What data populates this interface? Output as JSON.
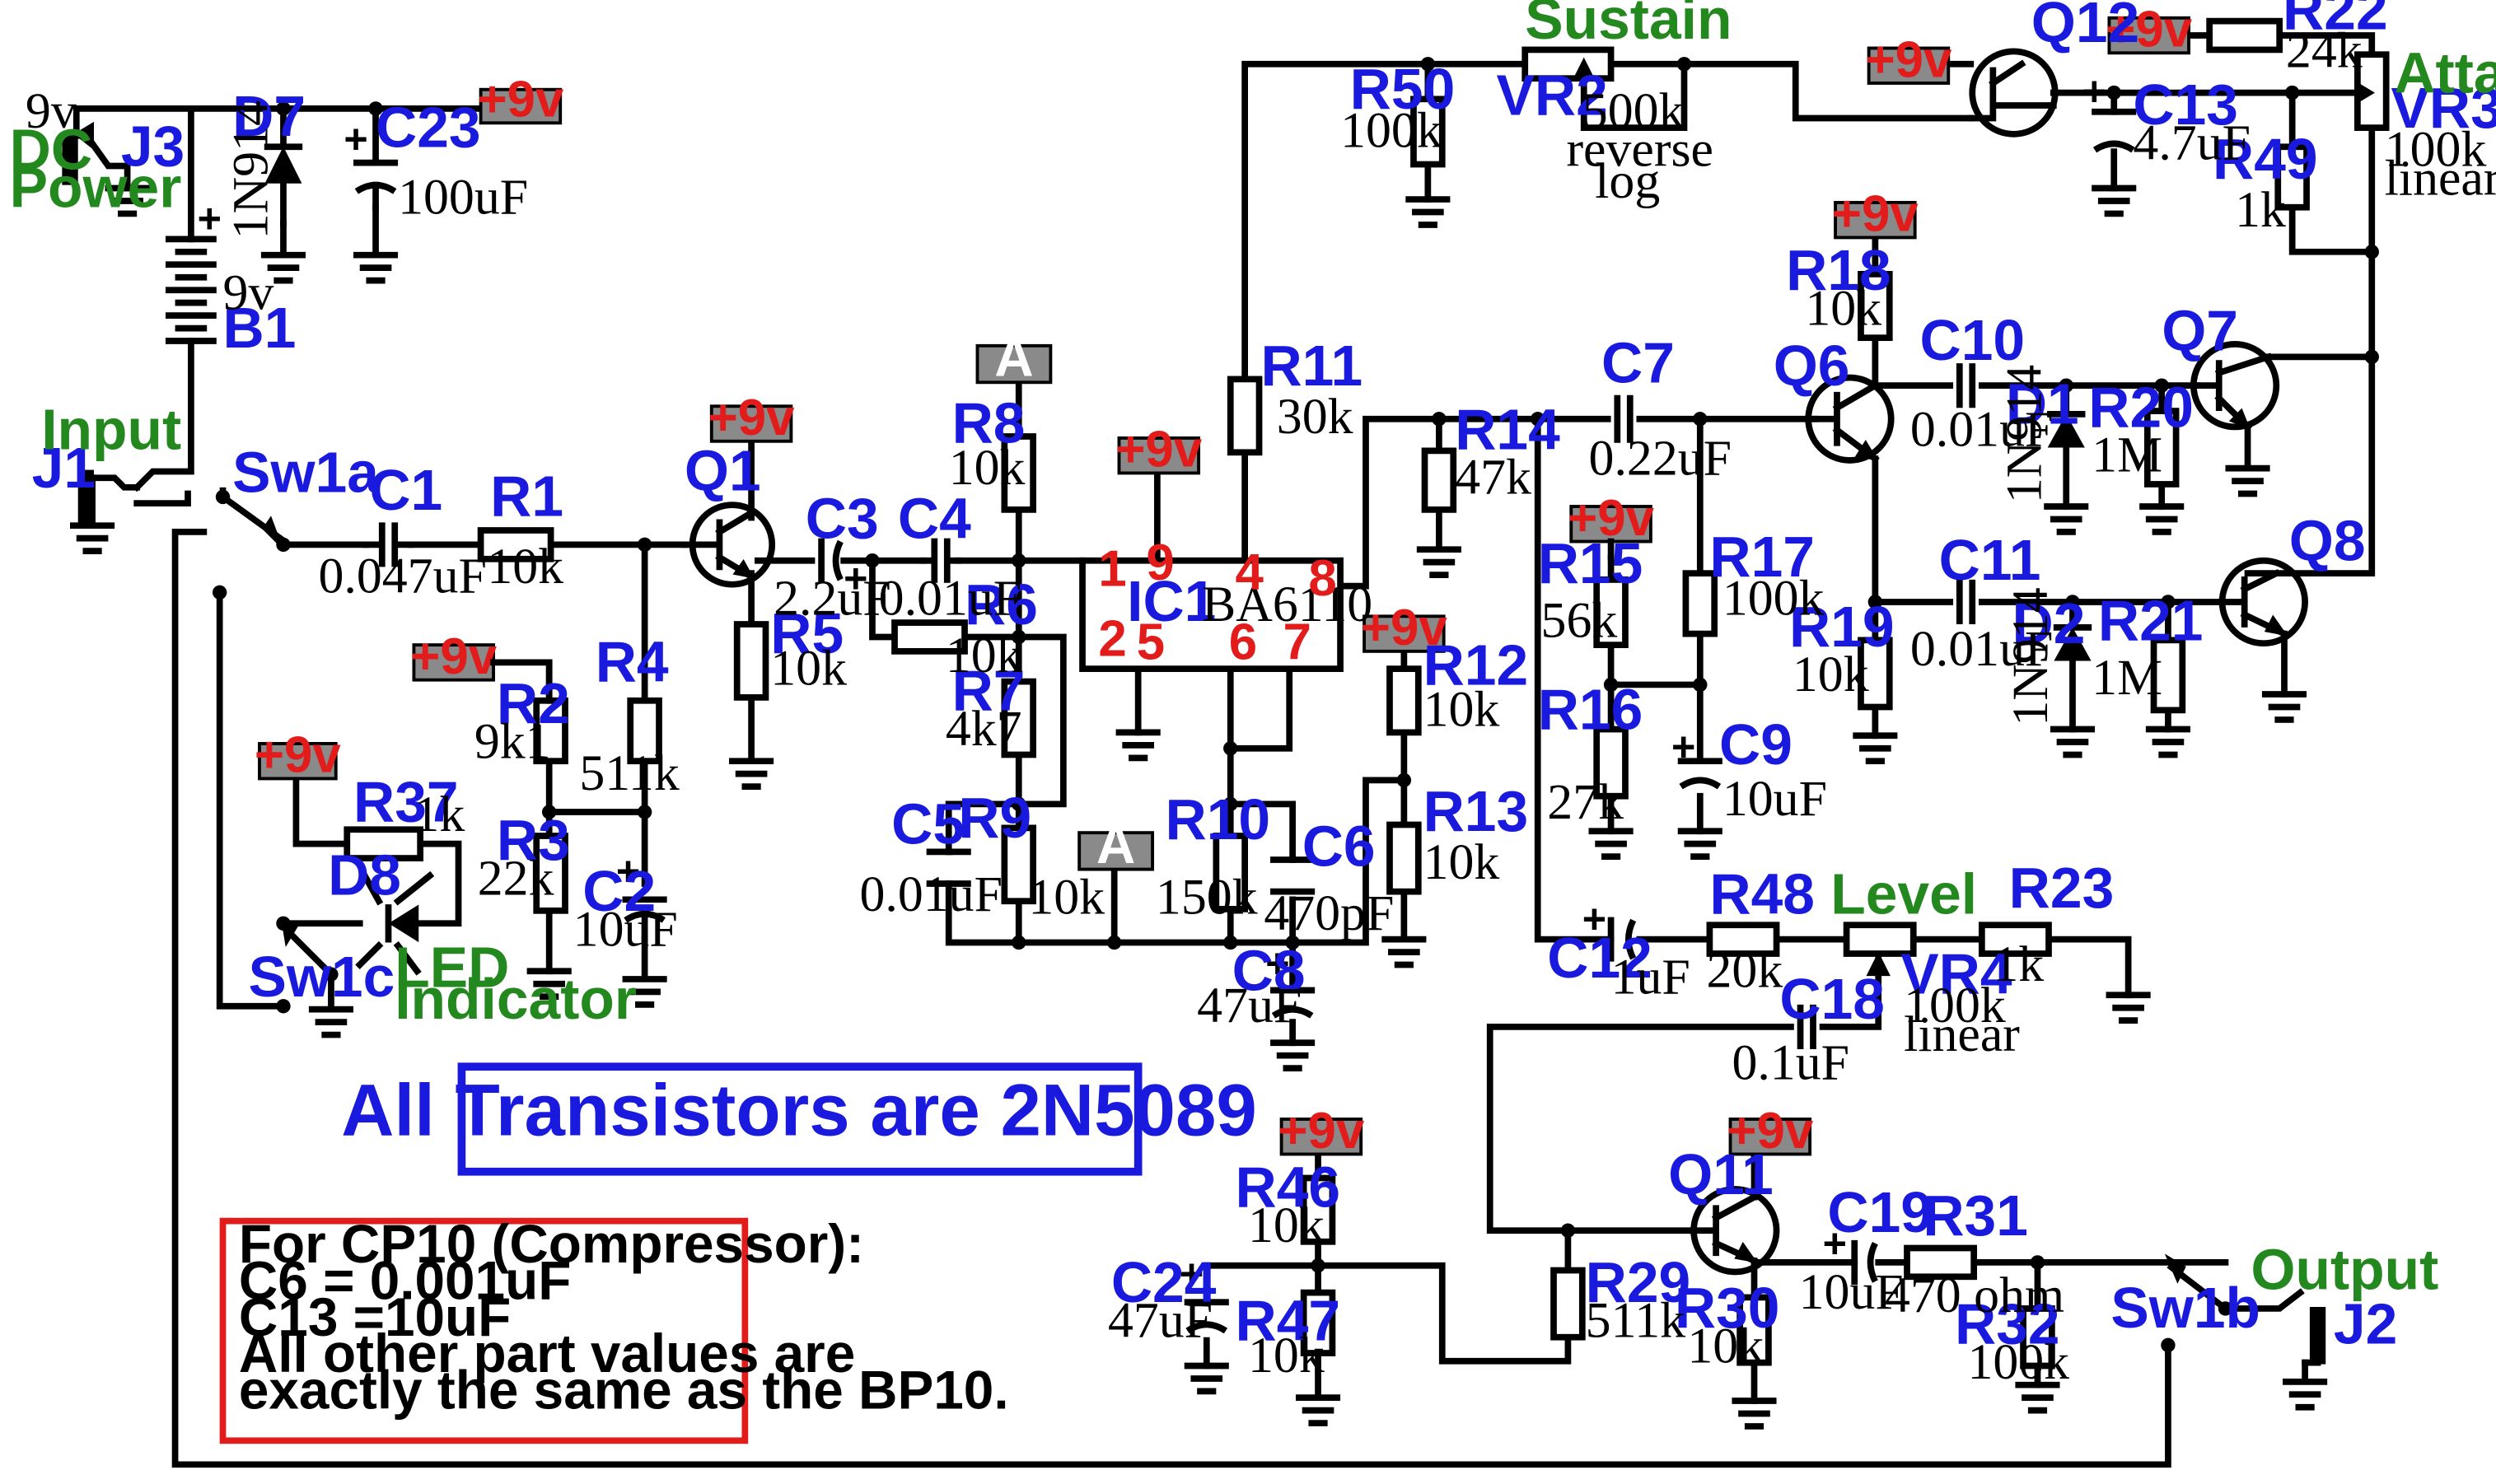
{
  "title": "All Transistors are 2N5089",
  "cp10_note": {
    "heading": "For CP10 (Compressor):",
    "line1": "C6 = 0.001uF",
    "line2": "C13 =10uF",
    "line3": "All other part values are",
    "line4": "exactly the same as the BP10."
  },
  "rail_label": "+9v",
  "node_a_label": "A",
  "connectors": {
    "dc_power": "DC\nPower",
    "dc_power_l1": "DC",
    "dc_power_l2": "Power",
    "dc_9v": "9v",
    "input": "Input",
    "output": "Output",
    "led_l1": "LED",
    "led_l2": "Indicator"
  },
  "controls": {
    "sustain": "Sustain",
    "attack": "Attack",
    "level": "Level"
  },
  "ic": {
    "ref": "IC1",
    "part": "BA6110",
    "pins": [
      "1",
      "2",
      "4",
      "5",
      "6",
      "7",
      "8",
      "9"
    ]
  },
  "refs": {
    "J1": "J1",
    "J2": "J2",
    "J3": "J3",
    "B1": "B1",
    "D7": "D7",
    "C23": "C23",
    "Sw1a": "Sw1a",
    "Sw1b": "Sw1b",
    "Sw1c": "Sw1c",
    "C1": "C1",
    "R1": "R1",
    "Q1": "Q1",
    "R2": "R2",
    "R3": "R3",
    "R4": "R4",
    "R5": "R5",
    "C2": "C2",
    "C3": "C3",
    "C4": "C4",
    "R6": "R6",
    "R7": "R7",
    "R8": "R8",
    "C5": "C5",
    "R9": "R9",
    "R10": "R10",
    "C6": "C6",
    "C8": "C8",
    "R11": "R11",
    "R12": "R12",
    "R13": "R13",
    "R14": "R14",
    "R37": "R37",
    "D8": "D8",
    "R50": "R50",
    "VR2": "VR2",
    "Q12": "Q12",
    "C13": "C13",
    "R22": "R22",
    "VR3": "VR3",
    "R49": "R49",
    "R18": "R18",
    "Q6": "Q6",
    "C7": "C7",
    "C10": "C10",
    "D1": "D1",
    "R20": "R20",
    "Q7": "Q7",
    "R15": "R15",
    "R16": "R16",
    "R17": "R17",
    "C9": "C9",
    "R19": "R19",
    "C11": "C11",
    "D2": "D2",
    "R21": "R21",
    "Q8": "Q8",
    "C12": "C12",
    "R48": "R48",
    "VR4": "VR4",
    "R23": "R23",
    "C18": "C18",
    "Q11": "Q11",
    "C19": "C19",
    "R31": "R31",
    "R30": "R30",
    "R32": "R32",
    "R29": "R29",
    "R46": "R46",
    "R47": "R47",
    "C24": "C24"
  },
  "values": {
    "B1": "9v",
    "D7": "1N914",
    "C23": "100uF",
    "C1": "0.047uF",
    "R1": "10k",
    "R2": "9k1",
    "R3": "22k",
    "R4": "511k",
    "R5": "10k",
    "C2": "10uF",
    "C3": "2.2uF",
    "C4": "0.01uF",
    "R6": "10k",
    "R7": "4k7",
    "R8": "10k",
    "C5": "0.01uF",
    "R9": "10k",
    "R10": "150k",
    "C6": "470pF",
    "C8": "47uF",
    "R11": "30k",
    "R12": "10k",
    "R13": "10k",
    "R14": "47k",
    "R37": "1k",
    "R50": "100k",
    "VR2_l1": "500k",
    "VR2_l2": "reverse",
    "VR2_l3": "log",
    "C13": "4.7uF",
    "R22": "24k",
    "VR3_l1": "100k",
    "VR3_l2": "linear",
    "R49": "1k",
    "R18": "10k",
    "C7": "0.22uF",
    "C10": "0.01uF",
    "D1": "1N914",
    "R20": "1M",
    "R15": "56k",
    "R16": "27k",
    "R17": "100k",
    "C9": "10uF",
    "R19": "10k",
    "C11": "0.01uF",
    "D2": "1N914",
    "R21": "1M",
    "C12": "1uF",
    "R48": "20k",
    "VR4_l1": "100k",
    "VR4_l2": "linear",
    "R23": "1k",
    "C18": "0.1uF",
    "C19": "10uF",
    "R31": "470 ohm",
    "R30": "10k",
    "R32": "100k",
    "R29": "511k",
    "R46": "10k",
    "R47": "10k",
    "C24": "47uF"
  }
}
